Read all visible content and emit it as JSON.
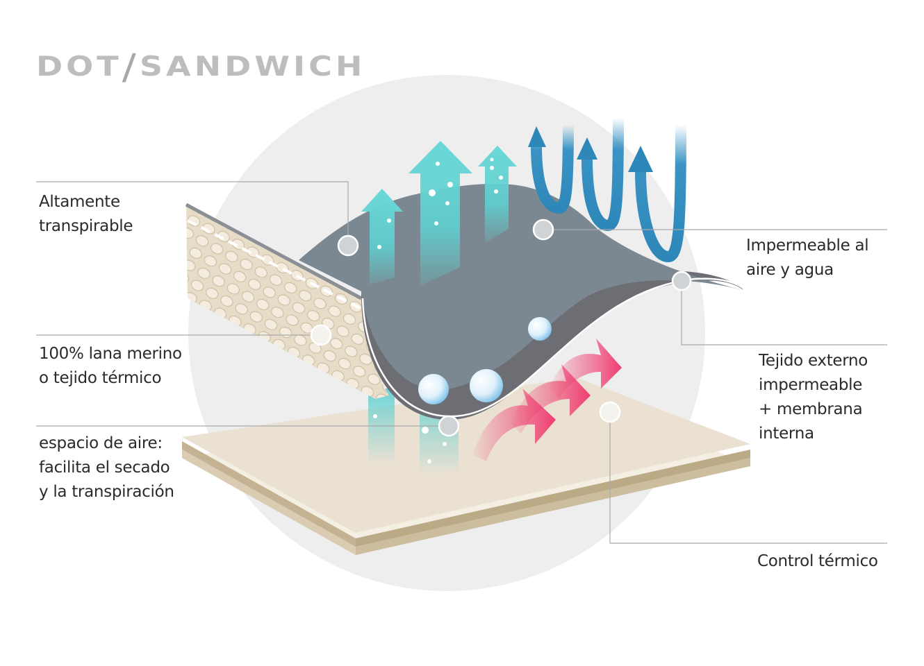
{
  "brand": {
    "left": "DOT",
    "right": "SANDWICH"
  },
  "labels": {
    "breathable": [
      "Altamente",
      "transpirable"
    ],
    "merino": [
      "100% lana merino",
      "o tejido térmico"
    ],
    "air_space": [
      "espacio de aire:",
      "facilita el secado",
      "y la transpiración"
    ],
    "waterproof": [
      "Impermeable al",
      "aire y agua"
    ],
    "outer_fabric": [
      "Tejido externo",
      "impermeable",
      "+ membrana",
      "interna"
    ],
    "thermal": [
      "Control térmico"
    ]
  },
  "colors": {
    "background_circle": "#eeeeee",
    "membrane_top": "#7b8891",
    "membrane_under": "#6d6e73",
    "wool": "#e4d9c3",
    "base_top": "#ebe1d3",
    "base_edge": "#c9b89c",
    "mint_arrow": "#5fd0d0",
    "blue_arrow": "#2d87b8",
    "pink_arrow": "#ef3d70",
    "leader_line": "#a9a9a9"
  },
  "icons": [
    "mint-upward-arrow-icon",
    "blue-curved-arrow-icon",
    "pink-heat-arrow-icon",
    "water-drop-icon",
    "callout-dot-icon"
  ]
}
